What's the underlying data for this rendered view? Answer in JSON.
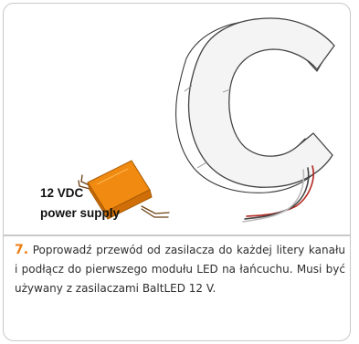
{
  "step": {
    "number": "7.",
    "text": "Poprowadź przewód od zasilacza do każdej litery kanału i podłącz do pierwszego modułu LED na łańcuchu. Musi być używany z zasilaczami BaltLED 12 V."
  },
  "illustration": {
    "letter": "C",
    "psu_label_line1": "12 VDC",
    "psu_label_line2": "power supply"
  },
  "colors": {
    "accent": "#ee7d12",
    "psu_body": "#f08a10",
    "border": "#c7c7c7"
  }
}
